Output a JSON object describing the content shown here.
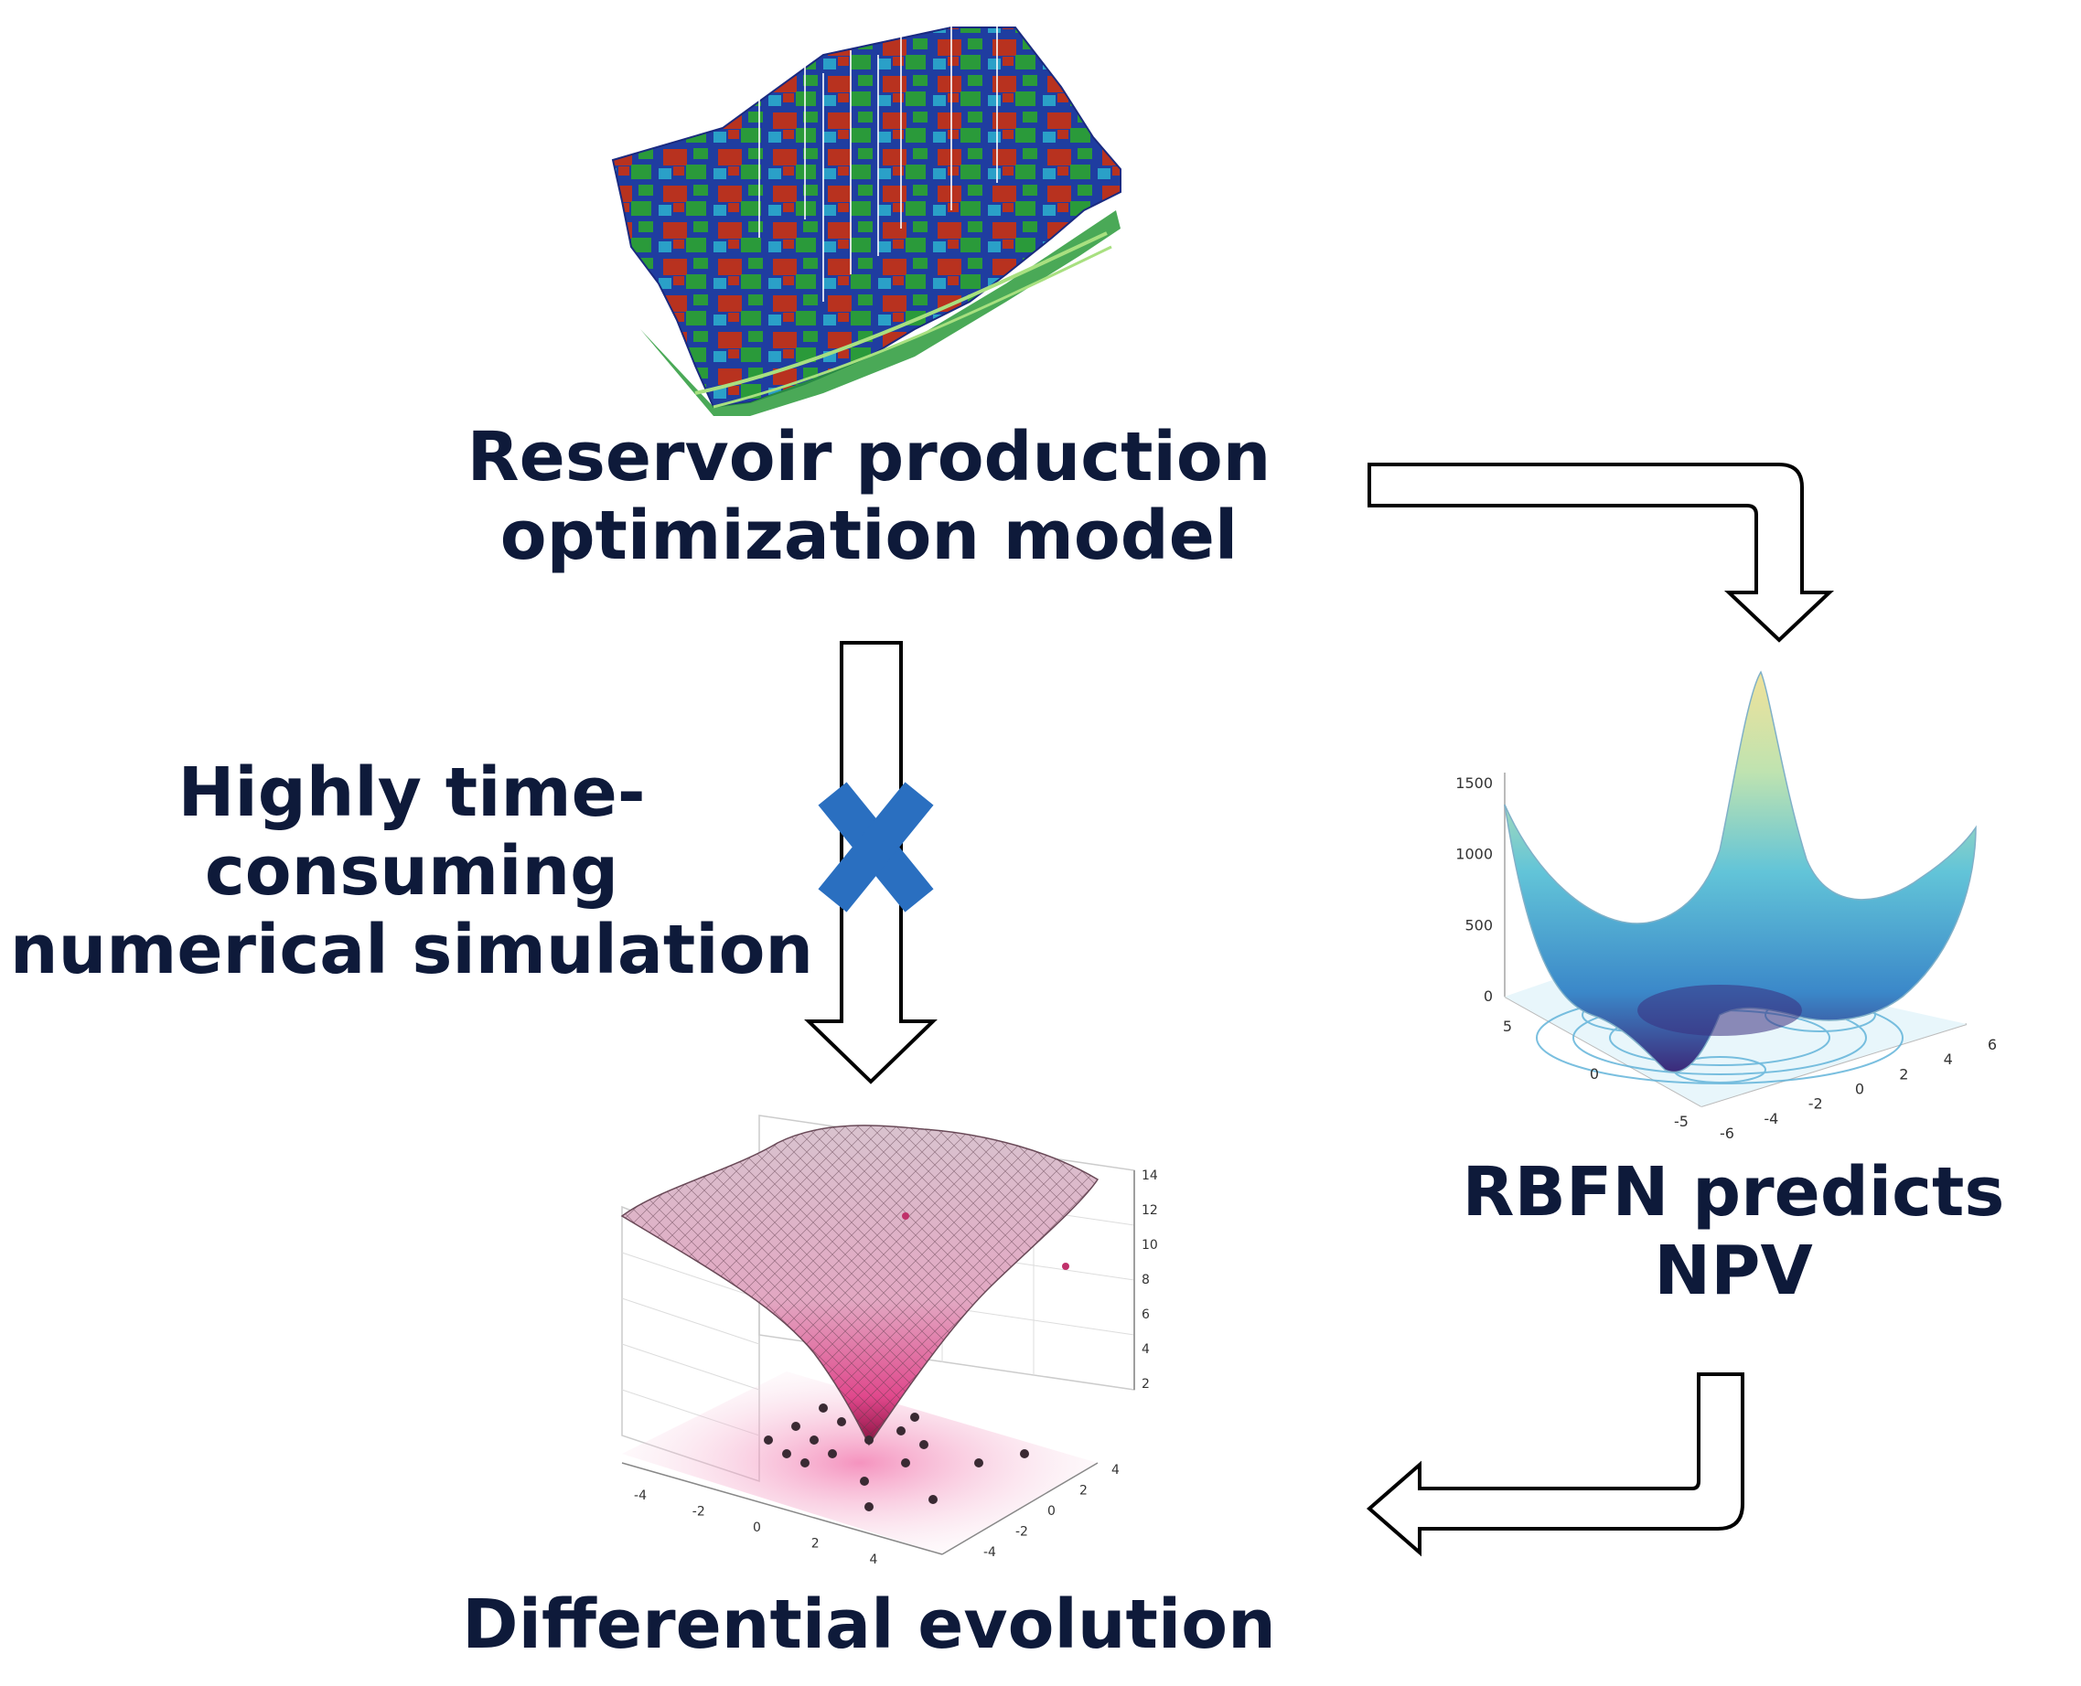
{
  "labels": {
    "reservoir_line1": "Reservoir production",
    "reservoir_line2": "optimization model",
    "simulation_line1": "Highly time-consuming",
    "simulation_line2": "numerical simulation",
    "rbfn": "RBFN predicts NPV",
    "de": "Differential evolution"
  },
  "rbfn_plot": {
    "z_ticks": [
      "0",
      "500",
      "1000",
      "1500"
    ],
    "y_ticks": [
      "5",
      "0",
      "-5"
    ],
    "x_ticks": [
      "-6",
      "-4",
      "-2",
      "0",
      "2",
      "4",
      "6"
    ]
  },
  "de_plot": {
    "z_ticks": [
      "2",
      "4",
      "6",
      "8",
      "10",
      "12",
      "14"
    ],
    "x_ticks": [
      "-4",
      "-2",
      "0",
      "2",
      "4"
    ],
    "y_ticks": [
      "-4",
      "-2",
      "0",
      "2",
      "4"
    ]
  },
  "colors": {
    "text": "#0e1a3a",
    "cross": "#2a6fc0",
    "arrow_stroke": "#000000"
  }
}
